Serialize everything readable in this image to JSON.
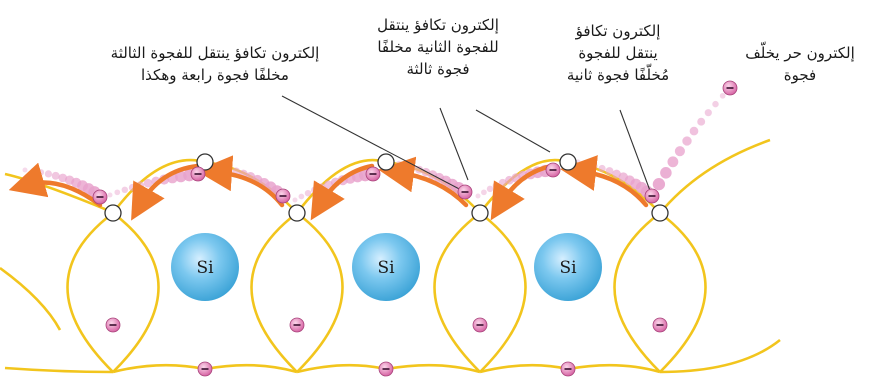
{
  "labels": {
    "free_electron": [
      "إلكترون حر يخلّف",
      "فجوة"
    ],
    "valence_second": [
      "إلكترون تكافؤ",
      "ينتقل للفجوة",
      "مُخلّفًا فجوة ثانية"
    ],
    "valence_third": [
      "إلكترون تكافؤ ينتقل",
      "للفجوة الثانية مخلفًا",
      "فجوة ثالثة"
    ],
    "valence_fourth": [
      "إلكترون تكافؤ ينتقل للفجوة الثالثة",
      "مخلفًا فجوة رابعة وهكذا"
    ]
  },
  "atom_label": "Si",
  "electron_symbol": "−",
  "colors": {
    "bond": "#f2c51d",
    "electron": "#d96aa8",
    "trail": "#e8a2cc",
    "arrow": "#ee7a2c",
    "atom_core": "#4fb2df"
  }
}
